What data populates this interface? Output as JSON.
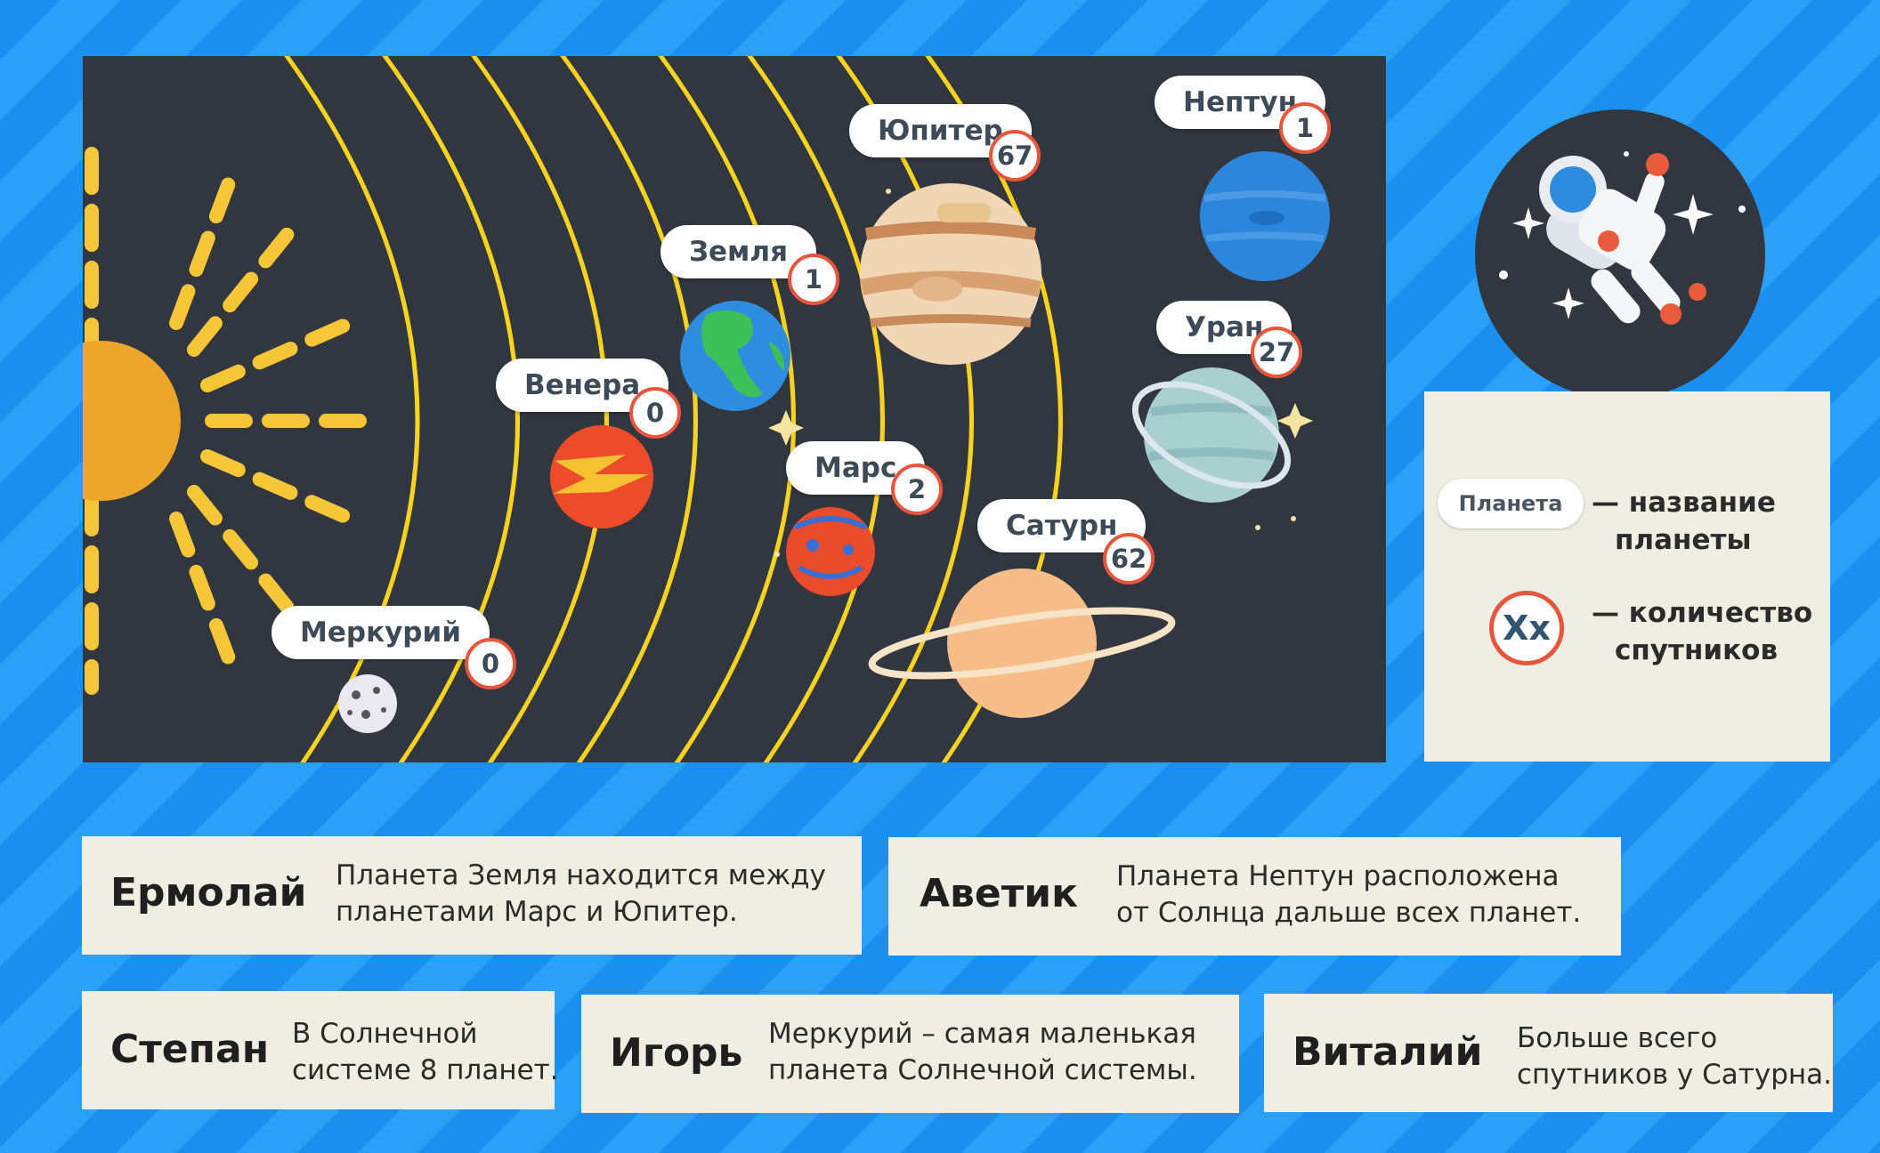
{
  "planets": [
    {
      "name": "Меркурий",
      "moons": "0"
    },
    {
      "name": "Венера",
      "moons": "0"
    },
    {
      "name": "Земля",
      "moons": "1"
    },
    {
      "name": "Марс",
      "moons": "2"
    },
    {
      "name": "Юпитер",
      "moons": "67"
    },
    {
      "name": "Сатурн",
      "moons": "62"
    },
    {
      "name": "Уран",
      "moons": "27"
    },
    {
      "name": "Нептун",
      "moons": "1"
    }
  ],
  "legend": {
    "pill_label": "Планета",
    "pill_desc_line1": "— название",
    "pill_desc_line2": "планеты",
    "badge_symbol": "Хх",
    "badge_desc_line1": "— количество",
    "badge_desc_line2": "спутников"
  },
  "statements": [
    {
      "name": "Ермолай",
      "line1": "Планета Земля находится между",
      "line2": "планетами Марс и Юпитер."
    },
    {
      "name": "Аветик",
      "line1": "Планета Нептун расположена",
      "line2": "от Солнца дальше всех планет."
    },
    {
      "name": "Степан",
      "line1": "В Солнечной",
      "line2": "системе 8 планет."
    },
    {
      "name": "Игорь",
      "line1": "Меркурий – самая маленькая",
      "line2": "планета Солнечной системы."
    },
    {
      "name": "Виталий",
      "line1": "Больше всего",
      "line2": "спутников у Сатурна."
    }
  ],
  "colors": {
    "background": "#1a8ff0",
    "space": "#32373f",
    "orbit": "#f7d21e",
    "badge_border": "#e8553d",
    "card": "#f0ede2"
  }
}
